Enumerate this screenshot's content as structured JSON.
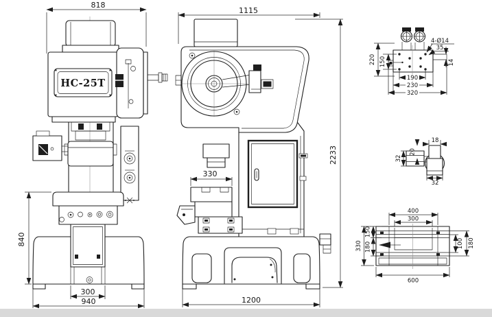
{
  "model_label": "HC-25T",
  "dimensions": {
    "front_view": {
      "overall_width": "818",
      "table_height": "840",
      "pedal_width": "300",
      "base_width": "940"
    },
    "side_view": {
      "overall_depth": "1115",
      "overall_height": "2233",
      "table_depth": "330",
      "base_depth": "1200"
    },
    "top_plate_detail": {
      "plate_height": "220",
      "hole_span_vertical": "150",
      "bolt_holes": "4-Ø14",
      "edge_offset": "35",
      "tab_thickness": "14",
      "hole_span_horizontal": "190",
      "inner_width": "230",
      "plate_width": "320"
    },
    "shank_detail": {
      "stem_width": "18",
      "side_height": "32",
      "stem_height": "20",
      "bottom_width": "32"
    },
    "bolster_detail": {
      "opening_width": "400",
      "inner_opening_width": "300",
      "top_section_height": "150",
      "slot_section_height": "180",
      "overall_height": "330",
      "slot_height_inner": "100",
      "slot_height_outer": "180",
      "overall_width": "600"
    }
  },
  "colors": {
    "line": "#1e1e1e",
    "background": "#ffffff",
    "footer_strip": "#d9d9d9"
  }
}
